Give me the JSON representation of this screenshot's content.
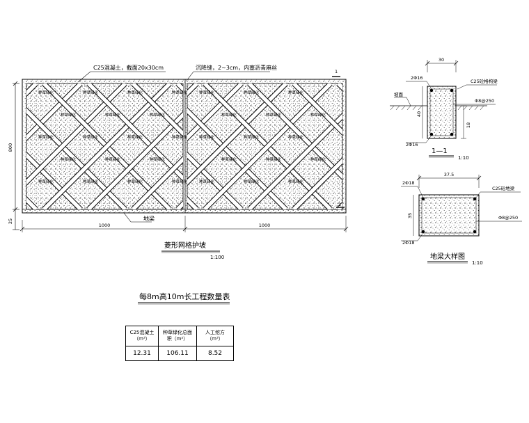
{
  "main_elevation": {
    "label_concrete_frame": "C25混凝土，截面20x30cm",
    "label_settlement_joint": "沉降缝，2~3cm，内塞沥青麻丝",
    "cell_label": "种草绿化",
    "label_ground_beam": "地梁",
    "dim_height": "800",
    "dim_base": "25",
    "dim_width_left": "1000",
    "dim_width_right": "1000",
    "section_mark": "1",
    "title": "菱形网格护坡",
    "scale": "1:100"
  },
  "section_1_1": {
    "dim_top": "30",
    "rebar_top": "2Φ16",
    "rebar_bottom": "2Φ16",
    "label_beam": "C25砼格构梁",
    "label_slope": "坡面",
    "stirrup": "Φ8@250",
    "dim_depth": "40",
    "dim_embed": "18",
    "title": "1—1",
    "scale": "1:10"
  },
  "ground_beam_detail": {
    "dim_top": "37.5",
    "rebar_top": "2Φ18",
    "rebar_bottom": "2Φ18",
    "label_beam": "C25砼地梁",
    "stirrup": "Φ8@250",
    "dim_height": "35",
    "title": "地梁大样图",
    "scale": "1:10"
  },
  "quantity_table": {
    "title": "每8m高10m长工程数量表",
    "headers": [
      "C25混凝土（m³）",
      "种草绿化总面积（m²）",
      "人工挖方（m³）"
    ],
    "values": [
      "12.31",
      "106.11",
      "8.52"
    ]
  },
  "colors": {
    "line": "#000000",
    "background": "#ffffff"
  }
}
